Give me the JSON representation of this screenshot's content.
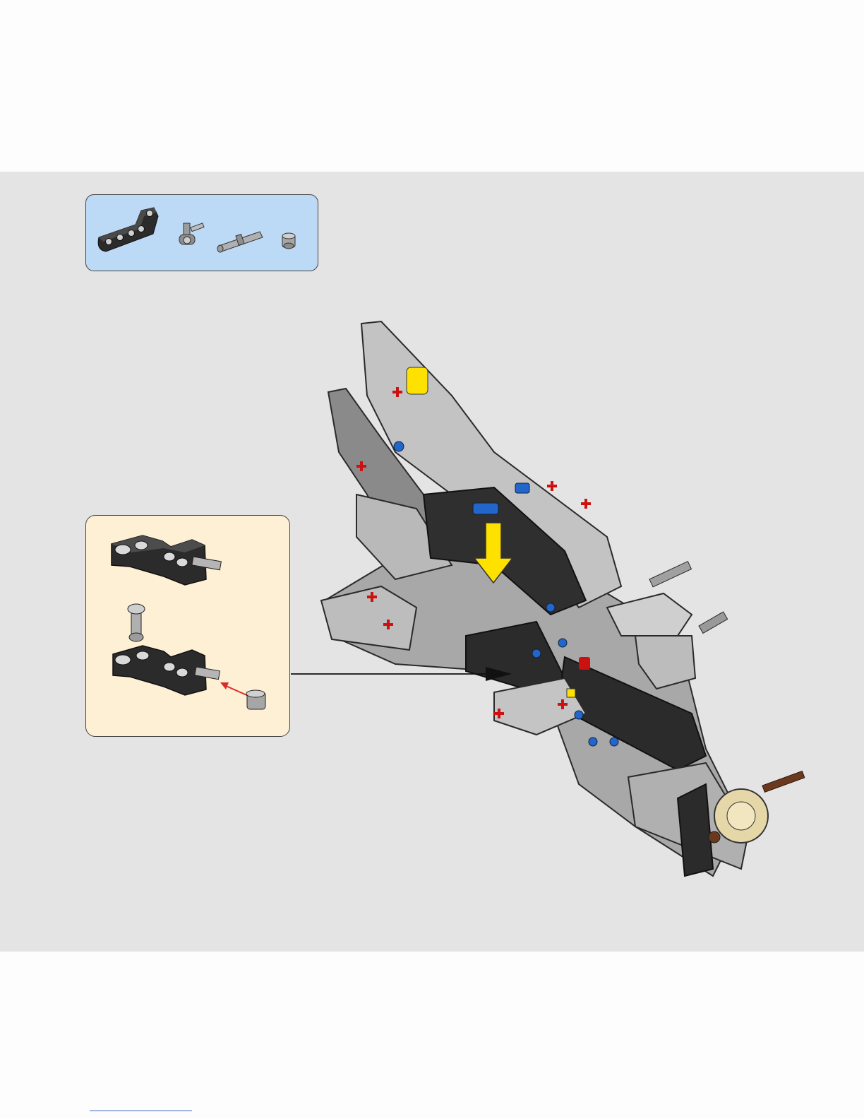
{
  "page": {
    "background": "#fdfdfd",
    "panel_background": "#e4e4e4"
  },
  "parts_list": {
    "background": "#bcdaf6",
    "items": [
      {
        "icon": "bent-liftarm-part-icon",
        "color": "black"
      },
      {
        "icon": "axle-connector-pin-part-icon",
        "color": "grey"
      },
      {
        "icon": "long-axle-pin-part-icon",
        "color": "grey"
      },
      {
        "icon": "bush-part-icon",
        "color": "grey"
      }
    ]
  },
  "callout": {
    "background": "#fdf0d4",
    "step_views": [
      "liftarm-with-axle",
      "liftarm-with-pin-and-bush"
    ]
  },
  "colors": {
    "liftarm": "#2b2b2b",
    "light_grey": "#b9b9b9",
    "blue": "#2266cc",
    "red": "#cc1111",
    "yellow": "#ffe100",
    "tan": "#e5d7a8",
    "brown": "#6b3a1e",
    "callout_arrow": "#d92b2b"
  }
}
